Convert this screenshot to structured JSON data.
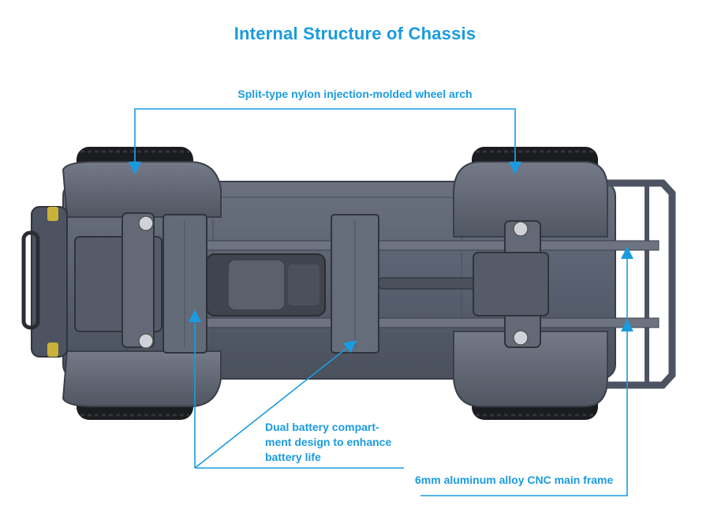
{
  "title": "Internal Structure of Chassis",
  "callouts": {
    "wheel_arch": "Split-type nylon injection-molded wheel arch",
    "battery": "Dual battery compart-\nment design to enhance\nbattery life",
    "main_frame": "6mm aluminum alloy CNC main frame"
  },
  "colors": {
    "accent": "#1a9be0",
    "chassis": "#5d6371",
    "chassis_dark": "#3a3f4a",
    "tire": "#1b1c1f"
  }
}
